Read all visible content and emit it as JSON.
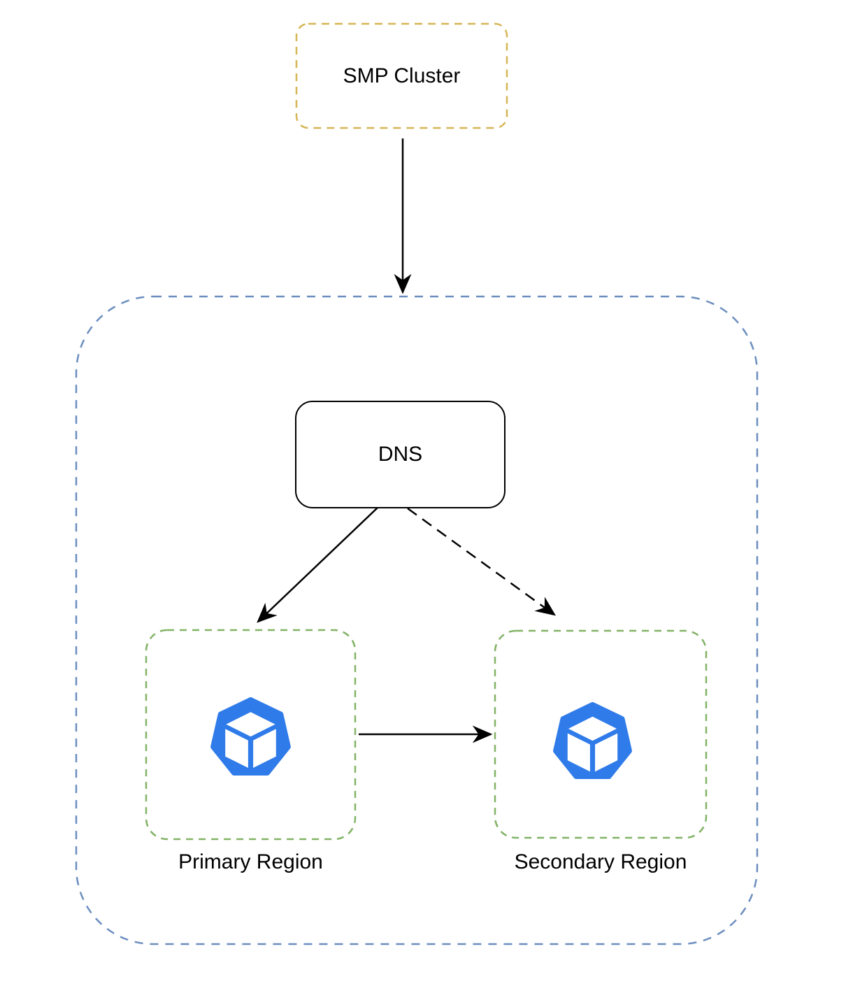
{
  "diagram": {
    "nodes": {
      "smp_cluster": {
        "label": "SMP Cluster"
      },
      "dns": {
        "label": "DNS"
      },
      "primary_region": {
        "label": "Primary Region"
      },
      "secondary_region": {
        "label": "Secondary Region"
      }
    },
    "icons": {
      "primary_region": "container-workload-icon",
      "secondary_region": "container-workload-icon"
    },
    "edges": [
      {
        "from": "smp_cluster",
        "to": "boundary",
        "style": "solid",
        "direction": "down"
      },
      {
        "from": "dns",
        "to": "primary_region",
        "style": "solid"
      },
      {
        "from": "dns",
        "to": "secondary_region",
        "style": "dashed"
      },
      {
        "from": "primary_region",
        "to": "secondary_region",
        "style": "solid"
      }
    ],
    "colors": {
      "smp_border": "#D6B656",
      "boundary_border": "#6C8EBF",
      "region_border": "#82B366",
      "node_border": "#000000",
      "icon_blue": "#2F7BE9",
      "arrow": "#000000",
      "text": "#000000",
      "background": "#ffffff"
    }
  }
}
